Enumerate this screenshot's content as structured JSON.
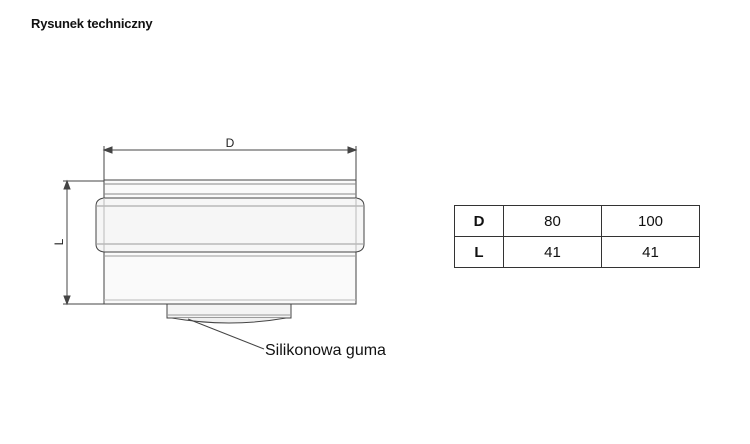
{
  "header": {
    "title": "Rysunek techniczny"
  },
  "drawing": {
    "dim_width_label": "D",
    "dim_height_label": "L",
    "callout_label": "Silikonowa guma"
  },
  "spec_table": {
    "rows": [
      {
        "label": "D",
        "values": [
          "80",
          "100"
        ]
      },
      {
        "label": "L",
        "values": [
          "41",
          "41"
        ]
      }
    ]
  }
}
